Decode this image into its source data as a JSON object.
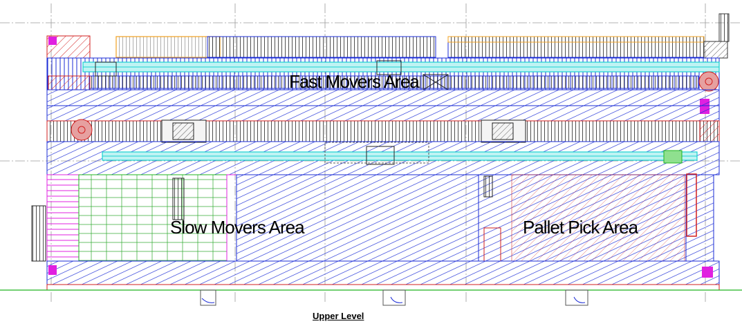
{
  "labels": {
    "fast_movers": "Fast Movers Area",
    "slow_movers": "Slow Movers Area",
    "pallet_pick": "Pallet Pick Area",
    "level": "Upper Level"
  },
  "colors": {
    "rack_blue": "#1a2bd6",
    "hatch_red": "#d21e1e",
    "conveyor_cyan": "#18d0d0",
    "green_line": "#1fb51f",
    "magenta": "#e020e0",
    "orange": "#f0a020",
    "gridline": "#9a9a9a"
  }
}
